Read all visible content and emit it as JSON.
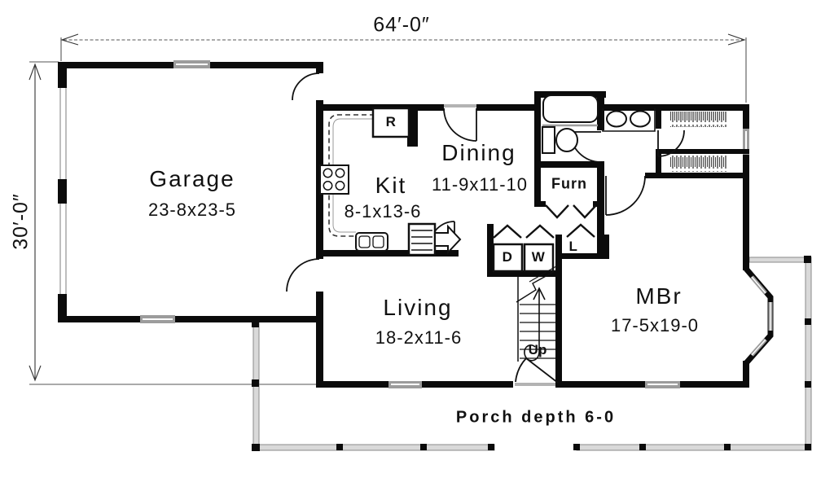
{
  "plan": {
    "title": "single-story house floor plan",
    "dimensions": {
      "overall_width": "64′-0″",
      "overall_depth": "30′-0″"
    },
    "rooms": [
      {
        "id": "garage",
        "name": "Garage",
        "dims": "23-8x23-5"
      },
      {
        "id": "kitchen",
        "name": "Kit",
        "dims": "8-1x13-6"
      },
      {
        "id": "dining",
        "name": "Dining",
        "dims": "11-9x11-10"
      },
      {
        "id": "living",
        "name": "Living",
        "dims": "18-2x11-6"
      },
      {
        "id": "mbr",
        "name": "MBr",
        "dims": "17-5x19-0"
      }
    ],
    "labels": {
      "furnace": "Furn",
      "refrigerator": "R",
      "dryer": "D",
      "washer": "W",
      "linen_closet": "L",
      "stairs_up": "Up",
      "porch": "Porch depth 6-0"
    },
    "colors": {
      "wall": "#0b0b0b",
      "window": "#9c9c9c",
      "porch_rail_fill": "#d9d9d9",
      "porch_rail_stroke": "#8a8a8a",
      "background": "#ffffff"
    }
  }
}
